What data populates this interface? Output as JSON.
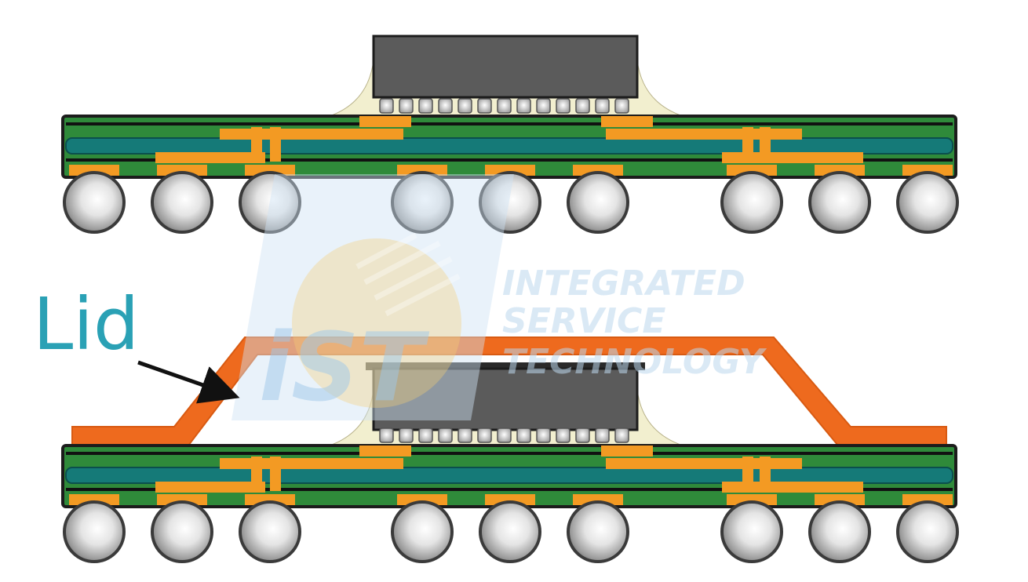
{
  "diagram": {
    "label": "Lid",
    "watermark": {
      "logo": "iST",
      "lines": [
        "INTEGRATED",
        "SERVICE",
        "TECHNOLOGY"
      ]
    },
    "colors": {
      "die": "#5b5b5b",
      "substrate_green": "#2f8a3a",
      "substrate_teal": "#157a78",
      "copper": "#f39a23",
      "lid": "#ee6a1e",
      "underfill": "#f2efcf",
      "label": "#2aa1b5",
      "outline": "#1c1c1c"
    }
  }
}
